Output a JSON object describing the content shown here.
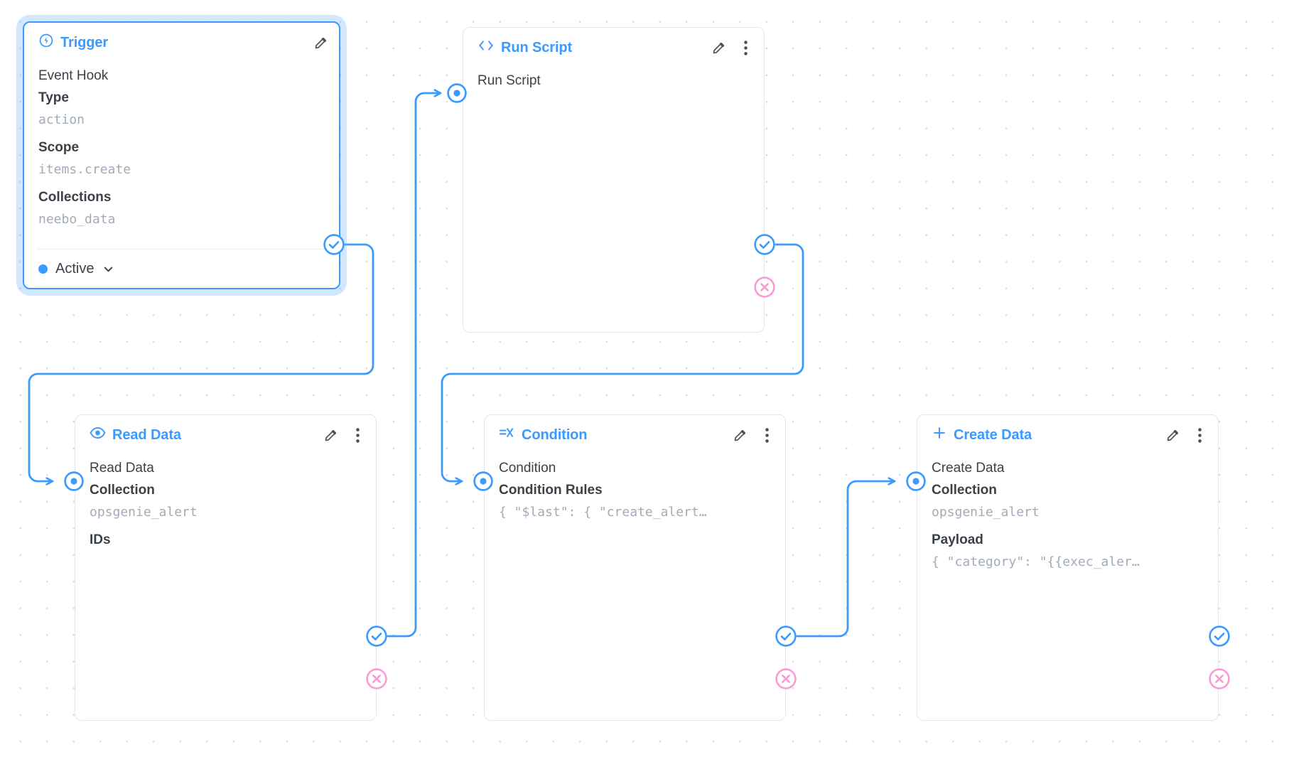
{
  "canvas": {
    "background_color": "#ffffff",
    "dot_color": "#d9dce0",
    "accent_color": "#3b9aff",
    "reject_color": "#f99bd4"
  },
  "nodes": [
    {
      "id": "trigger",
      "title": "Trigger",
      "icon": "lightning-circle-icon",
      "selected": true,
      "row_name": "Event Hook",
      "fields": [
        {
          "label": "Type",
          "value": "action"
        },
        {
          "label": "Scope",
          "value": "items.create"
        },
        {
          "label": "Collections",
          "value": "neebo_data"
        }
      ],
      "footer": {
        "status": "Active",
        "chevron": "chevron-down-icon"
      },
      "actions": [
        "pencil-icon"
      ]
    },
    {
      "id": "runscript",
      "title": "Run Script",
      "icon": "code-brackets-icon",
      "selected": false,
      "row_name": "Run Script",
      "fields": [],
      "actions": [
        "pencil-icon",
        "kebab-menu-icon"
      ]
    },
    {
      "id": "readdata",
      "title": "Read Data",
      "icon": "eye-icon",
      "selected": false,
      "row_name": "Read Data",
      "fields": [
        {
          "label": "Collection",
          "value": "opsgenie_alert"
        },
        {
          "label": "IDs",
          "value": ""
        }
      ],
      "actions": [
        "pencil-icon",
        "kebab-menu-icon"
      ]
    },
    {
      "id": "condition",
      "title": "Condition",
      "icon": "condition-icon",
      "selected": false,
      "row_name": "Condition",
      "fields": [
        {
          "label": "Condition Rules",
          "value": "{ \"$last\": { \"create_alert…"
        }
      ],
      "actions": [
        "pencil-icon",
        "kebab-menu-icon"
      ]
    },
    {
      "id": "createdata",
      "title": "Create Data",
      "icon": "plus-icon",
      "selected": false,
      "row_name": "Create Data",
      "fields": [
        {
          "label": "Collection",
          "value": "opsgenie_alert"
        },
        {
          "label": "Payload",
          "value": "{ \"category\": \"{{exec_aler…"
        }
      ],
      "actions": [
        "pencil-icon",
        "kebab-menu-icon"
      ]
    }
  ],
  "handles": {
    "resolve": "check-circle-handle",
    "reject": "x-circle-handle",
    "input": "target-circle-handle"
  }
}
